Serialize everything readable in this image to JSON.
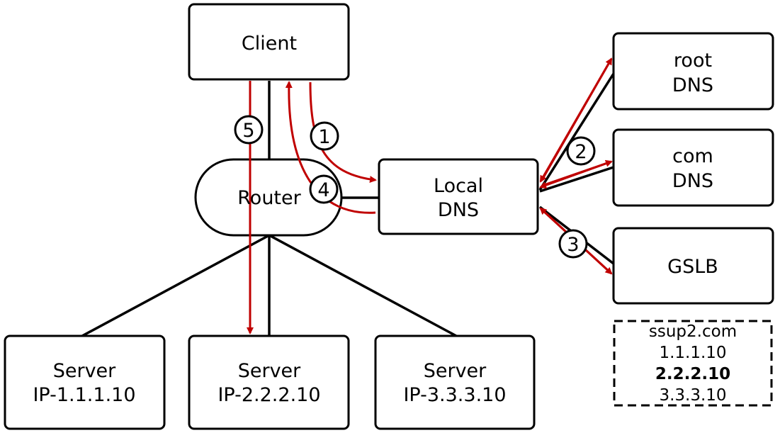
{
  "nodes": {
    "client": "Client",
    "router": "Router",
    "local_dns": [
      "Local",
      "DNS"
    ],
    "root_dns": [
      "root",
      "DNS"
    ],
    "com_dns": [
      "com",
      "DNS"
    ],
    "gslb": "GSLB",
    "servers": [
      {
        "label": "Server",
        "ip": "IP-1.1.1.10"
      },
      {
        "label": "Server",
        "ip": "IP-2.2.2.10"
      },
      {
        "label": "Server",
        "ip": "IP-3.3.3.10"
      }
    ]
  },
  "gslb_table": {
    "domain": "ssup2.com",
    "entries": [
      "1.1.1.10",
      "2.2.2.10",
      "3.3.3.10"
    ],
    "selected": "2.2.2.10"
  },
  "steps": [
    "1",
    "2",
    "3",
    "4",
    "5"
  ],
  "colors": {
    "flow_arrow": "#c00000",
    "box_stroke": "#000000"
  }
}
